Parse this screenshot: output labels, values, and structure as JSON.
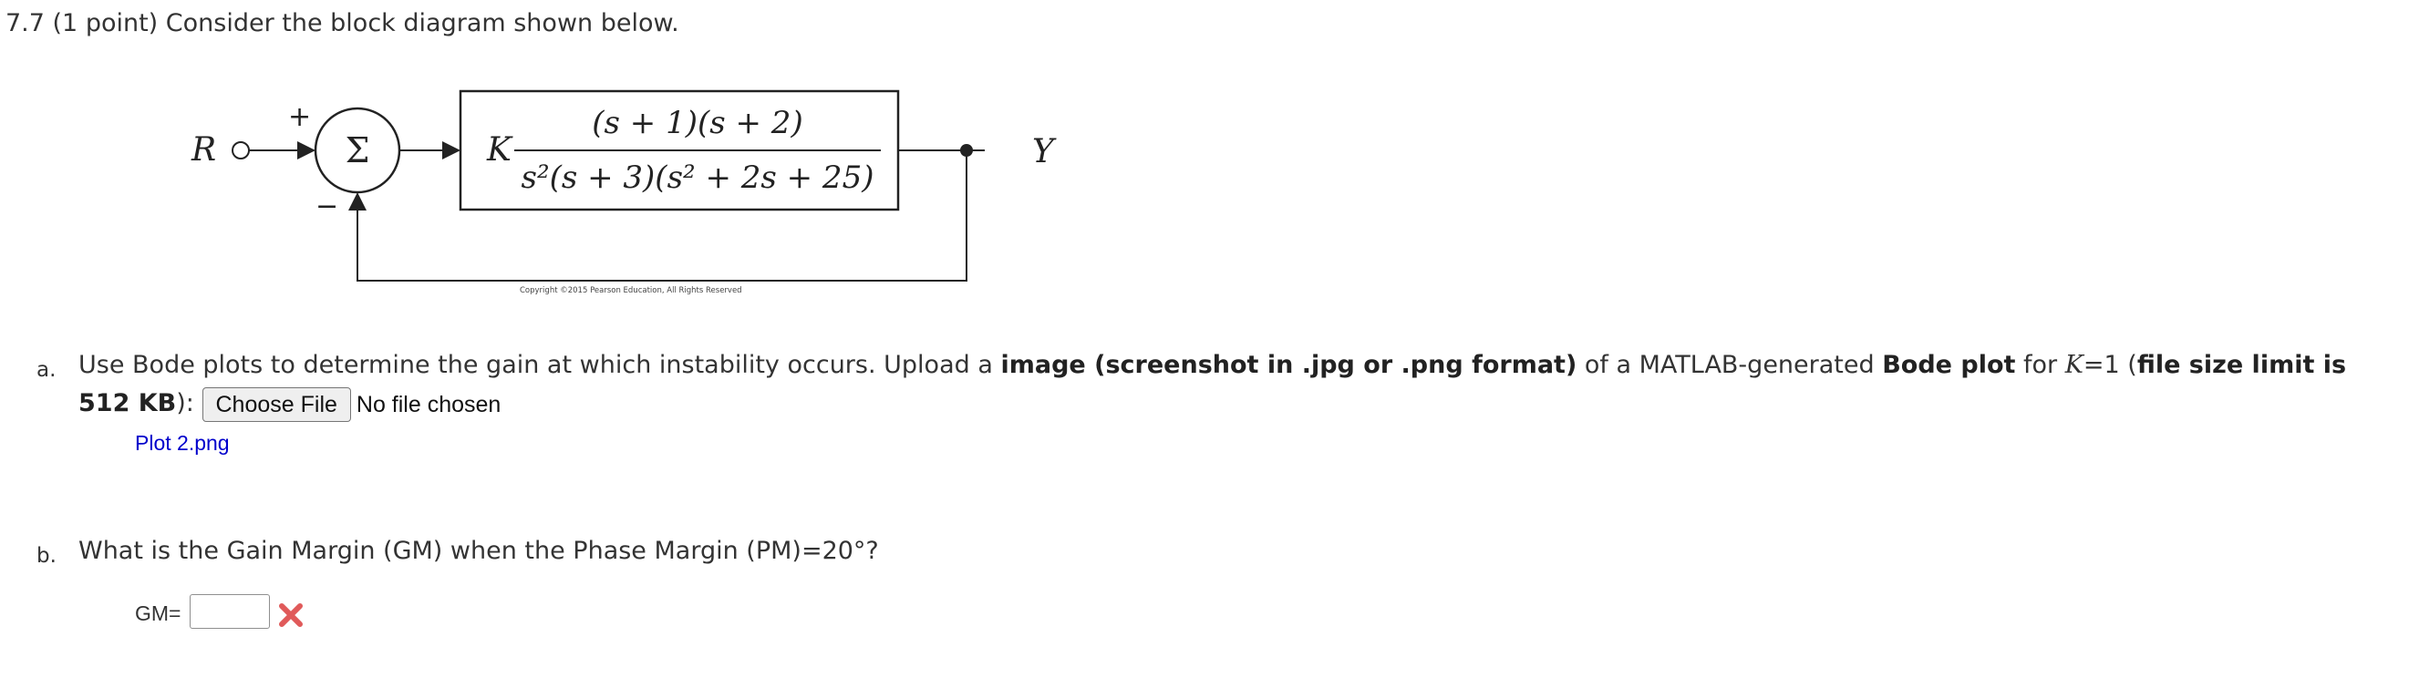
{
  "question": {
    "title": "7.7 (1 point) Consider the block diagram shown below."
  },
  "diagram": {
    "input_label": "R",
    "output_label": "Y",
    "plus_sign": "+",
    "minus_sign": "−",
    "summer_symbol": "Σ",
    "gain": "K",
    "numerator": "(s + 1)(s + 2)",
    "denominator": "s²(s + 3)(s² + 2s + 25)",
    "copyright": "Copyright ©2015 Pearson Education, All Rights Reserved"
  },
  "part_a": {
    "marker": "a.",
    "text_1": "Use Bode plots to determine the gain at which instability occurs. Upload a ",
    "bold_1": "image (screenshot in .jpg or .png format)",
    "text_2": " of a MATLAB-generated ",
    "bold_2": "Bode plot",
    "text_3": " for ",
    "var_k": "K",
    "text_4": "=1 (",
    "bold_3": "file size limit is 512 KB",
    "text_5": "):",
    "choose_file_label": "Choose File",
    "file_status": "No file chosen",
    "uploaded_file": "Plot 2.png"
  },
  "part_b": {
    "marker": "b.",
    "question": "What is the Gain Margin (GM) when the Phase Margin (PM)=20°?",
    "gm_label": "GM=",
    "gm_value": ""
  },
  "colors": {
    "link": "#0000cc",
    "incorrect": "#e05a5a"
  },
  "icons": {
    "feedback": "incorrect-x-icon"
  }
}
